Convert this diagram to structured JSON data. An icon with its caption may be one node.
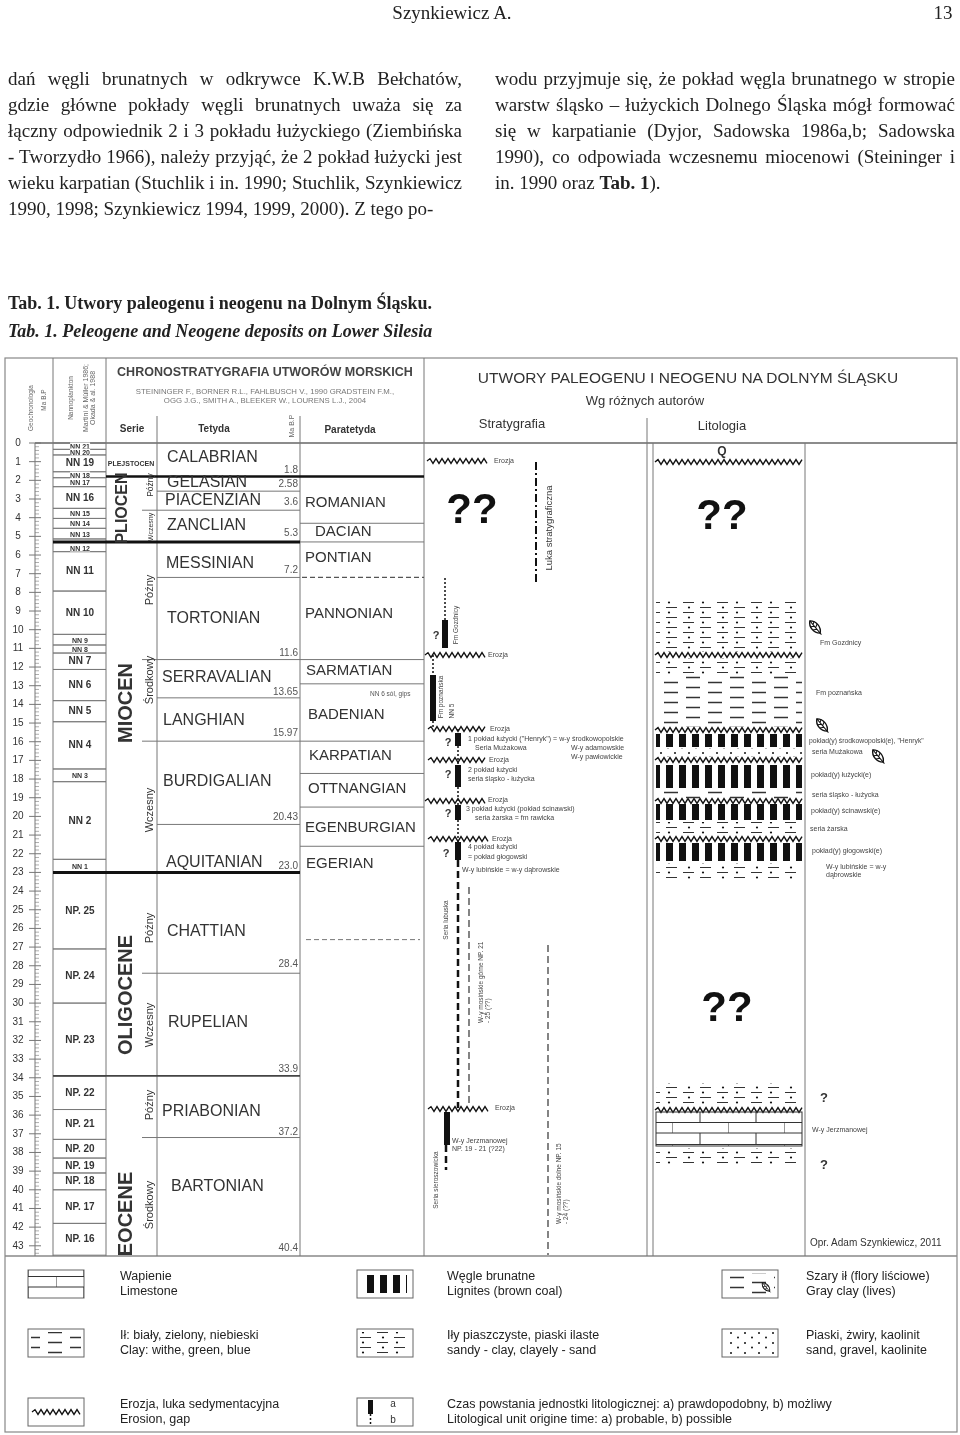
{
  "diagram": {
    "labels": [
      "Szynkiewicz A.",
      "13",
      "dań węgli brunatnych w odkrywce K.W.B Bełchatów, gdzie główne pokłady węgli brunatnych uważa się za łączny odpowiednik 2 i 3 pokładu łużyckiego (Ziembińska - Tworzydło 1966), należy przyjąć, że 2 pokład łużycki jest wieku karpatian (Stuchlik i in. 1990; Stuchlik, Szynkiewicz 1990, 1998; Szynkiewicz 1994, 1999, 2000). Z tego po-",
      "wodu przyjmuje się, że pokład węgla brunatnego w stropie warstw śląsko – łużyckich Dolnego Śląska mógł formować się w karpatianie (Dyjor, Sadowska 1986a,b; Sadowska 1990), co odpowiada wczesnemu miocenowi (Steininger i in. 1990 oraz **Tab. 1**).",
      "Tab. 1. Utwory paleogenu i neogenu na Dolnym Śląsku.",
      "Tab. 1. Peleogene and Neogene deposits on Lower Silesia",
      "Geochronologia",
      "Ma B.P",
      "Nannoplankton",
      "Martini & Müller 1986; Okada & al. 1988",
      "CHRONOSTRATYGRAFIA UTWORÓW MORSKICH",
      "STEININGER F., BORNER R.L., FAHLBUSCH V., 1990 GRADSTEIN F.M., OGG J.G., SMITH A., BLEEKER W., LOURENS L.J., 2004",
      "Serie",
      "Tetyda",
      "Ma B.P",
      "Paratetyda",
      "UTWORY PALEOGENU I NEOGENU NA DOLNYM ŚLĄSKU",
      "Wg różnych autorów",
      "Stratygrafia",
      "Litologia",
      "0",
      "1",
      "2",
      "3",
      "4",
      "5",
      "6",
      "7",
      "8",
      "9",
      "10",
      "11",
      "12",
      "13",
      "14",
      "15",
      "16",
      "17",
      "18",
      "19",
      "20",
      "21",
      "22",
      "23",
      "24",
      "25",
      "26",
      "27",
      "28",
      "29",
      "30",
      "31",
      "32",
      "33",
      "34",
      "35",
      "36",
      "37",
      "38",
      "39",
      "40",
      "41",
      "42",
      "43",
      "NN 21",
      "NN 20",
      "NN 19",
      "NN 18",
      "NN 17",
      "NN 16",
      "NN 15",
      "NN 14",
      "NN 13",
      "NN 12",
      "NN 11",
      "NN 10",
      "NN 9",
      "NN 8",
      "NN 7",
      "NN 6",
      "NN 5",
      "NN 4",
      "NN 3",
      "NN 2",
      "NN 1",
      "NP. 25",
      "NP. 24",
      "NP. 23",
      "NP. 22",
      "NP. 21",
      "NP. 20",
      "NP. 19",
      "NP. 18",
      "NP. 17",
      "NP. 16",
      "PLEJSTOCEN",
      "PLIOCEN",
      "Późny",
      "Wczesny",
      "MIOCEN",
      "Późny",
      "Środkowy",
      "Wczesny",
      "OLIGOCENE",
      "Późny",
      "Wczesny",
      "EOCENE",
      "Późny",
      "Środkowy",
      "CALABRIAN",
      "GELASIAN",
      "PIACENZIAN",
      "ZANCLIAN",
      "MESSINIAN",
      "TORTONIAN",
      "SERRAVALIAN",
      "LANGHIAN",
      "BURDIGALIAN",
      "AQUITANIAN",
      "CHATTIAN",
      "RUPELIAN",
      "PRIABONIAN",
      "BARTONIAN",
      "1.8",
      "2.58",
      "3.6",
      "5.3",
      "7.2",
      "11.6",
      "13.65",
      "15.97",
      "20.43",
      "23.0",
      "28.4",
      "33.9",
      "37.2",
      "40.4",
      "ROMANIAN",
      "DACIAN",
      "PONTIAN",
      "PANNONIAN",
      "SARMATIAN",
      "BADENIAN",
      "KARPATIAN",
      "OTTNANGIAN",
      "EGENBURGIAN",
      "EGERIAN",
      "NN 6 sól, gips",
      "Erozja",
      "??",
      "Luka stratygraficzna",
      "?",
      "Fm Gozdnicy",
      "Erozja",
      "Fm poznańska",
      "NN 5",
      "Erozja",
      "?",
      "1 pokład łużycki (\"Henryk\") = w-y środkowopolskie",
      "Seria Mużakowa",
      "W-y adamowskie",
      "W-y pawłowickie",
      "Erozja",
      "?",
      "2 pokład łużycki",
      "seria śląsko - łużycka",
      "Erozja",
      "?",
      "3 pokład łużycki (pokład ścinawski)",
      "seria żarska = fm rawicka",
      "Erozja",
      "?",
      "4 pokład łużycki",
      "= pokład głogowski",
      "W-y lubińskie = w-y dąbrowskie",
      "Seria lubuska",
      "W-y mosińskie górne NP. 21 - 25 (??)",
      "Erozja",
      "W-y Jerzmanowej NP. 19 - 21 (?22)",
      "Seria sieroszowicka",
      "W-y mosińskie dolne NP. 15 - 24 (??)",
      "Q",
      "??",
      "Fm Gozdnicy",
      "Fm poznańska",
      "pokład(y) środkowopolski(e), \"Henryk\"",
      "seria Mużakowa",
      "pokład(y) łużycki(e)",
      "seria śląsko - łużycka",
      "pokład(y) ścinawski(e)",
      "seria żarska",
      "pokład(y) głogowski(e)",
      "W-y lubińskie = w-y dąbrowskie",
      "??",
      "?",
      "W-y Jerzmanowej",
      "?",
      "Opr. Adam Szynkiewicz, 2011",
      "a",
      "b"
    ],
    "legend": [
      {
        "text": "Wapienie Limestone"
      },
      {
        "text": "Węgle brunatne Lignites (brown coal)"
      },
      {
        "text": "Szary ił (flory liściowe) Gray clay (lives)"
      },
      {
        "text": "Ił: biały, zielony, niebieski Clay: withe, green, blue"
      },
      {
        "text": "Iły piaszczyste, piaski ilaste sandy - clay, clayely - sand"
      },
      {
        "text": "Piaski, żwiry, kaolinit sand, gravel, kaolinite"
      },
      {
        "text": "Erozja, luka sedymentacyjna Erosion, gap"
      },
      {
        "text": "Czas powstania jednostki litologicznej: a) prawdopodobny, b) możliwy Litological unit origine time: a) probable, b) possible"
      }
    ]
  }
}
